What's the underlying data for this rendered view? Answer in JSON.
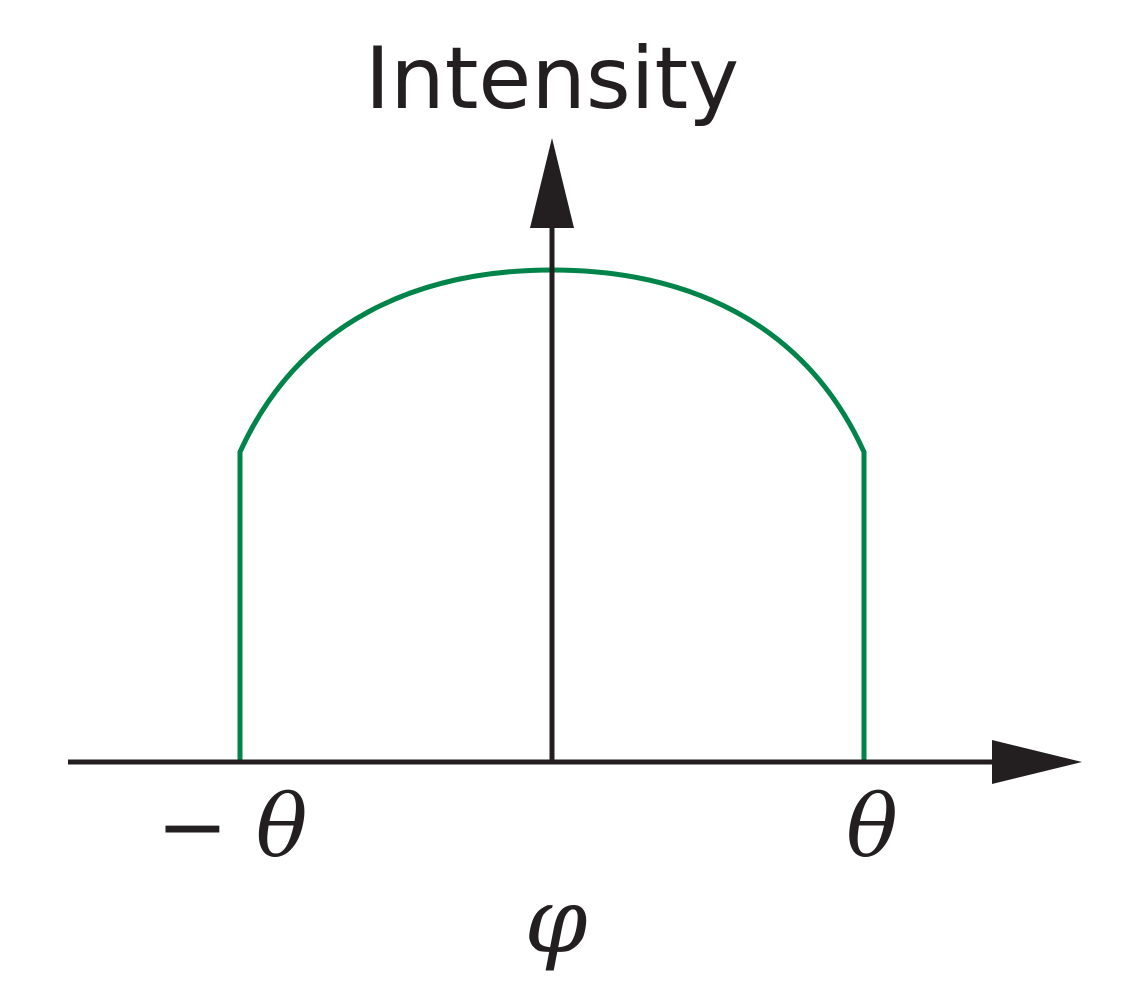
{
  "diagram": {
    "y_axis_label": "Intensity",
    "x_axis_label": "φ",
    "left_tick_label": "− θ",
    "right_tick_label": "θ"
  },
  "colors": {
    "axis": "#231f20",
    "curve": "#00844a",
    "background": "#ffffff"
  }
}
